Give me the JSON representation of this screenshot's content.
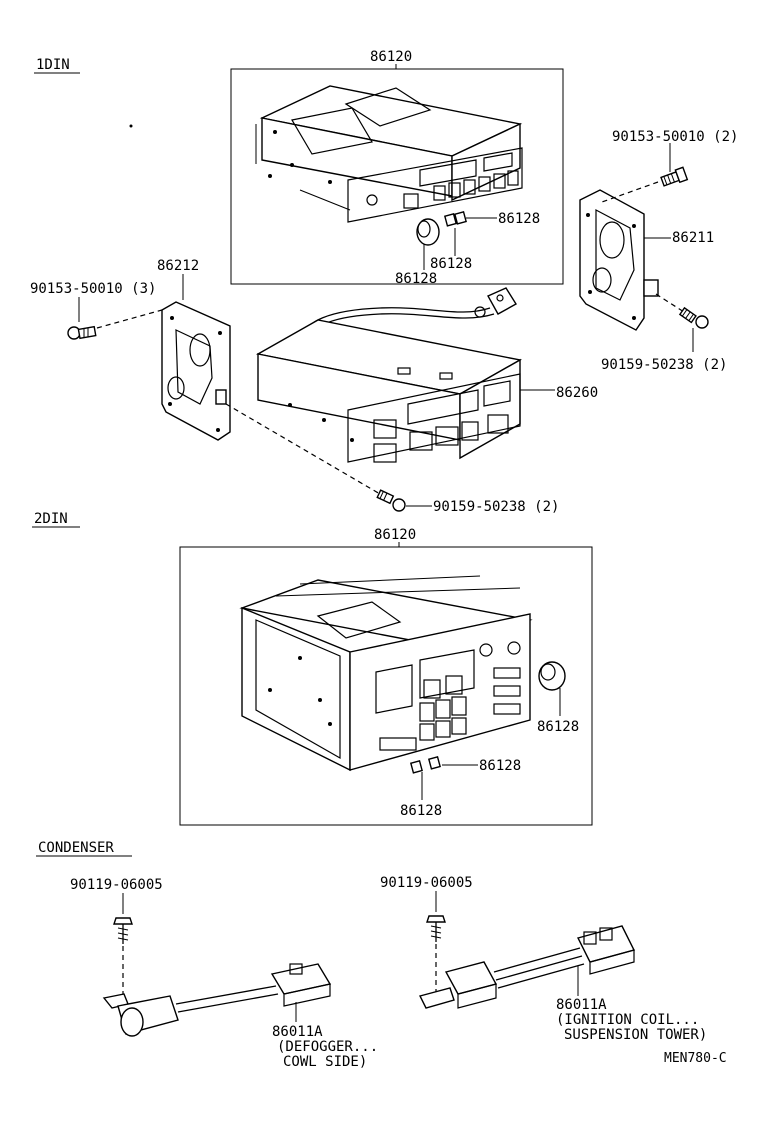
{
  "sections": {
    "din1": "1DIN",
    "din2": "2DIN",
    "condenser": "CONDENSER"
  },
  "labels": {
    "din1_radio": "86120",
    "din1_knob_a": "86128",
    "din1_knob_b": "86128",
    "din1_knob_c": "86128",
    "bracket_right": "86211",
    "bracket_left": "86212",
    "screw_left": "90153-50010 (3)",
    "screw_right_top": "90153-50010 (2)",
    "bolt_right": "90159-50238 (2)",
    "player": "86260",
    "bolt_bottom": "90159-50238 (2)",
    "din2_radio": "86120",
    "din2_knob_a": "86128",
    "din2_knob_b": "86128",
    "din2_knob_c": "86128",
    "cond_screw_left": "90119-06005",
    "cond_screw_right": "90119-06005",
    "cond_left_part": "86011A",
    "cond_left_note1": "(DEFOGGER...",
    "cond_left_note2": "COWL SIDE)",
    "cond_right_part": "86011A",
    "cond_right_note1": "(IGNITION COIL...",
    "cond_right_note2": "SUSPENSION TOWER)",
    "figure_code": "MEN780-C"
  }
}
